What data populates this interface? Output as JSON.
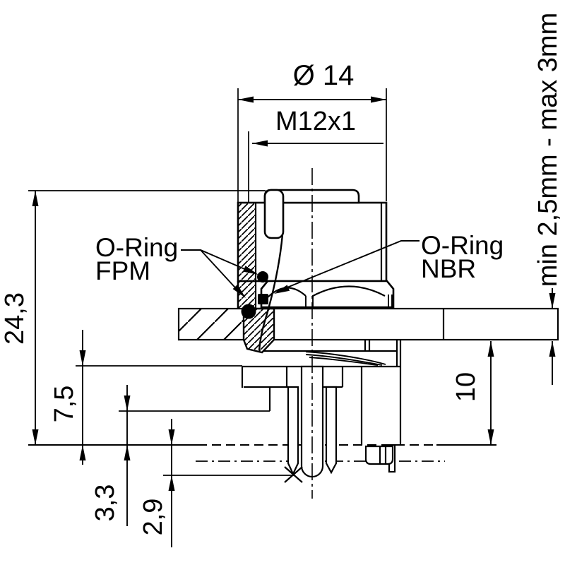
{
  "drawing": {
    "type": "technical-cross-section",
    "subject": "M12 panel-mount connector with O-ring seals",
    "colors": {
      "line": "#000000",
      "background": "#ffffff"
    },
    "dims": {
      "diameter": "Ø 14",
      "thread": "M12x1",
      "overall_height": "24,3",
      "rear_height": "7,5",
      "standoff": "3,3",
      "pin_protrusion": "2,9",
      "rear_depth": "10",
      "panel_thickness": "min 2,5mm - max 3mm"
    },
    "labels": {
      "oring_left_line1": "O-Ring",
      "oring_left_line2": "FPM",
      "oring_right_line1": "O-Ring",
      "oring_right_line2": "NBR"
    }
  }
}
